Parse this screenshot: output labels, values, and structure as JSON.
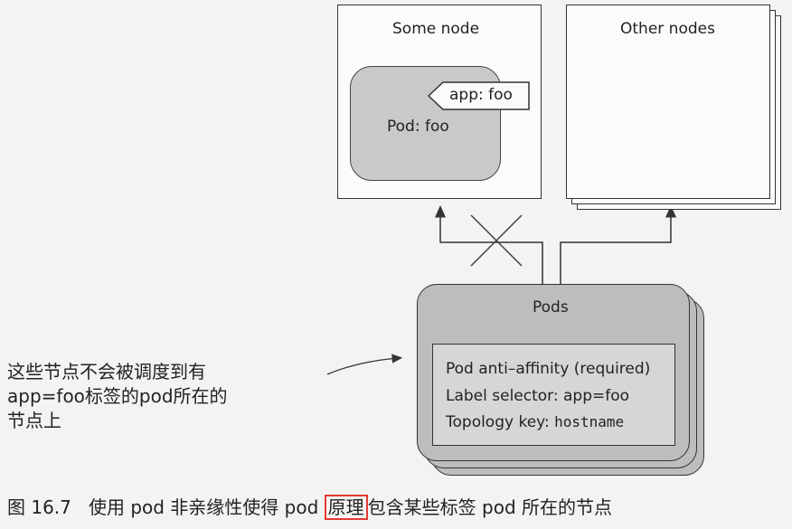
{
  "nodes": {
    "some_node": "Some node",
    "other_nodes": "Other nodes"
  },
  "pod": {
    "tag": "app: foo",
    "name": "Pod: foo"
  },
  "pods": {
    "title": "Pods",
    "rule_title": "Pod anti–affinity (required)",
    "label_selector": "Label selector: app=foo",
    "topology_prefix": "Topology key: ",
    "topology_value": "hostname"
  },
  "annotation": {
    "line1": "这些节点不会被调度到有",
    "line2": "app=foo标签的pod所在的",
    "line3": "节点上"
  },
  "caption": {
    "prefix": "图 16.7   使用 pod 非亲缘性使得 pod ",
    "highlight": "原理",
    "suffix": "包含某些标签 pod 所在的节点"
  }
}
